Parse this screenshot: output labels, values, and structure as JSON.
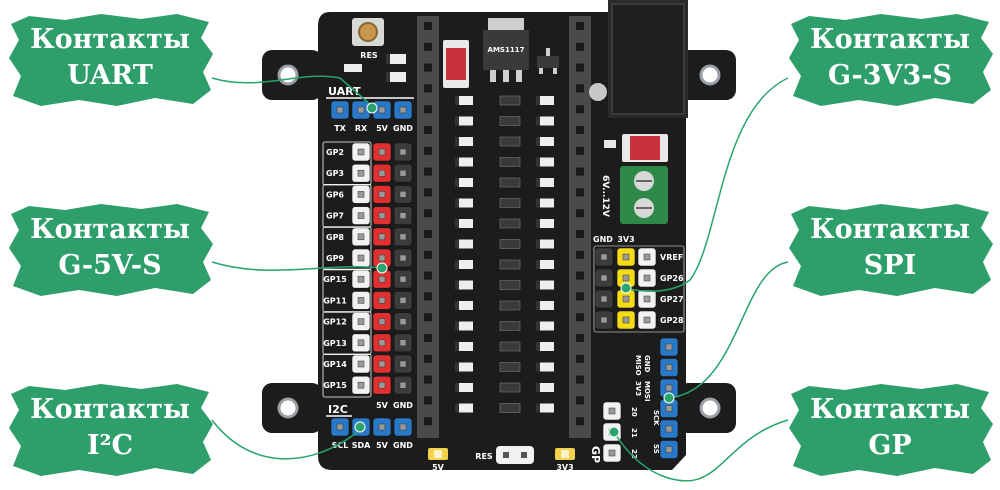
{
  "colors": {
    "brand_green": "#2e9e6a",
    "callout_line": "#28a46c",
    "board": "#1c1c1c",
    "header_red": "#e23030",
    "header_yellow": "#f5dc16",
    "header_blue": "#2a78c8",
    "header_white": "#f2f2f2",
    "header_gray": "#3c3c3c"
  },
  "callouts": {
    "uart": {
      "line1": "Контакты",
      "line2": "UART"
    },
    "g5vs": {
      "line1": "Контакты",
      "line2": "G-5V-S"
    },
    "i2c": {
      "line1": "Контакты",
      "line2": "I²C"
    },
    "g3v3s": {
      "line1": "Контакты",
      "line2": "G-3V3-S"
    },
    "spi": {
      "line1": "Контакты",
      "line2": "SPI"
    },
    "gp": {
      "line1": "Контакты",
      "line2": "GP"
    }
  },
  "board": {
    "res_button": "RES",
    "regulator": "AMS1117",
    "uart_title": "UART",
    "uart_pins": [
      "TX",
      "RX",
      "5V",
      "GND"
    ],
    "gp_left": [
      "GP2",
      "GP3",
      "GP6",
      "GP7",
      "GP8",
      "GP9",
      "GP15",
      "GP11",
      "GP12",
      "GP13",
      "GP14",
      "GP15"
    ],
    "i2c_title": "I2C",
    "i2c_header": [
      "5V",
      "GND"
    ],
    "i2c_pins": [
      "SCL",
      "SDA",
      "5V",
      "GND"
    ],
    "power_input": "6V...12V",
    "g3v3_header": [
      "GND",
      "3V3"
    ],
    "g3v3_pins": [
      "VREF",
      "GP26",
      "GP27",
      "GP28"
    ],
    "spi_title": "SPI",
    "spi_pins": [
      "MISO",
      "GND",
      "3V3",
      "MOSI",
      "SCK",
      "SS"
    ],
    "gp_title": "GP",
    "gp_pins": [
      "20",
      "21",
      "22"
    ],
    "led_5v": "5V",
    "res_pads": "RES",
    "led_3v3": "3V3"
  }
}
